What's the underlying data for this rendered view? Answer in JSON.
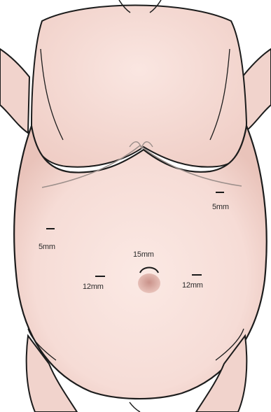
{
  "figure": {
    "subject": "anterior abdomen illustration with laparoscopic port sites",
    "skin_color": "#f6dcd6",
    "shadow_color": "#e8bfb6",
    "outline_color": "#1c1c1c",
    "mark_color": "#1a1a1a"
  },
  "ports": [
    {
      "id": "right-upper",
      "label": "5mm",
      "shape": "dash"
    },
    {
      "id": "left-lateral",
      "label": "5mm",
      "shape": "dash"
    },
    {
      "id": "umbilical",
      "label": "15mm",
      "shape": "arc"
    },
    {
      "id": "left-lower",
      "label": "12mm",
      "shape": "dash"
    },
    {
      "id": "right-lower",
      "label": "12mm",
      "shape": "dash"
    }
  ]
}
